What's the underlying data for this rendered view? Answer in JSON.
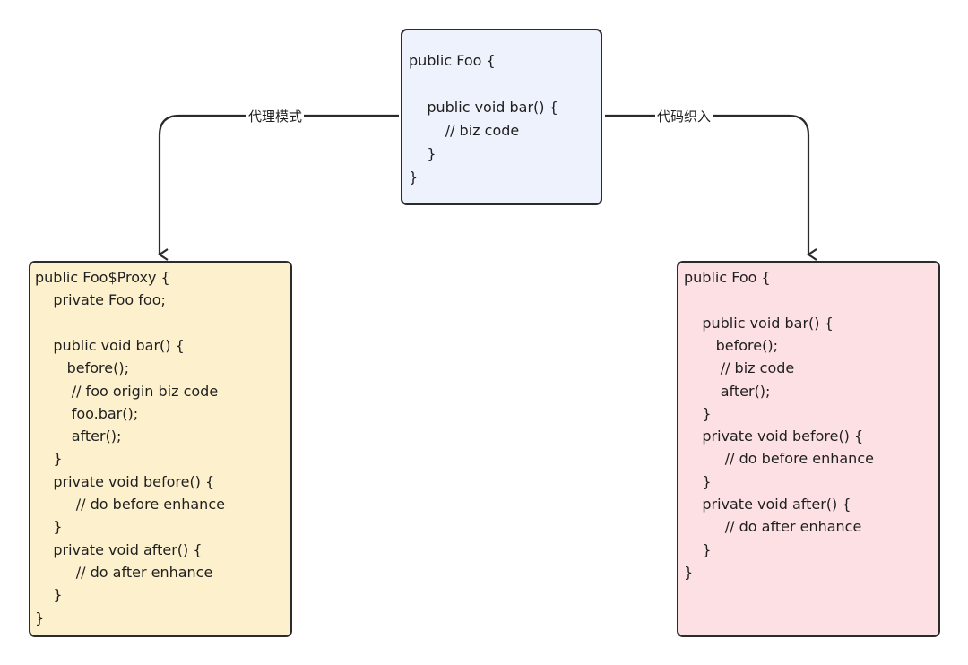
{
  "colors": {
    "top_box": "#eef2fd",
    "left_box": "#fdf0cd",
    "right_box": "#fde0e3",
    "stroke": "#2b2b2b"
  },
  "edges": {
    "left_label": "代理模式",
    "right_label": "代码织入"
  },
  "boxes": {
    "original": {
      "lines": [
        "public Foo {",
        "",
        "    public void bar() {",
        "        // biz code",
        "    }",
        "}"
      ]
    },
    "proxy": {
      "lines": [
        "public Foo$Proxy {",
        "    private Foo foo;",
        "",
        "    public void bar() {",
        "       before();",
        "        // foo origin biz code",
        "        foo.bar();",
        "        after();",
        "    }",
        "    private void before() {",
        "         // do before enhance",
        "    }",
        "    private void after() {",
        "         // do after enhance",
        "    }",
        "}"
      ]
    },
    "woven": {
      "lines": [
        "public Foo {",
        "",
        "    public void bar() {",
        "       before();",
        "        // biz code",
        "        after();",
        "    }",
        "    private void before() {",
        "         // do before enhance",
        "    }",
        "    private void after() {",
        "         // do after enhance",
        "    }",
        "}"
      ]
    }
  }
}
